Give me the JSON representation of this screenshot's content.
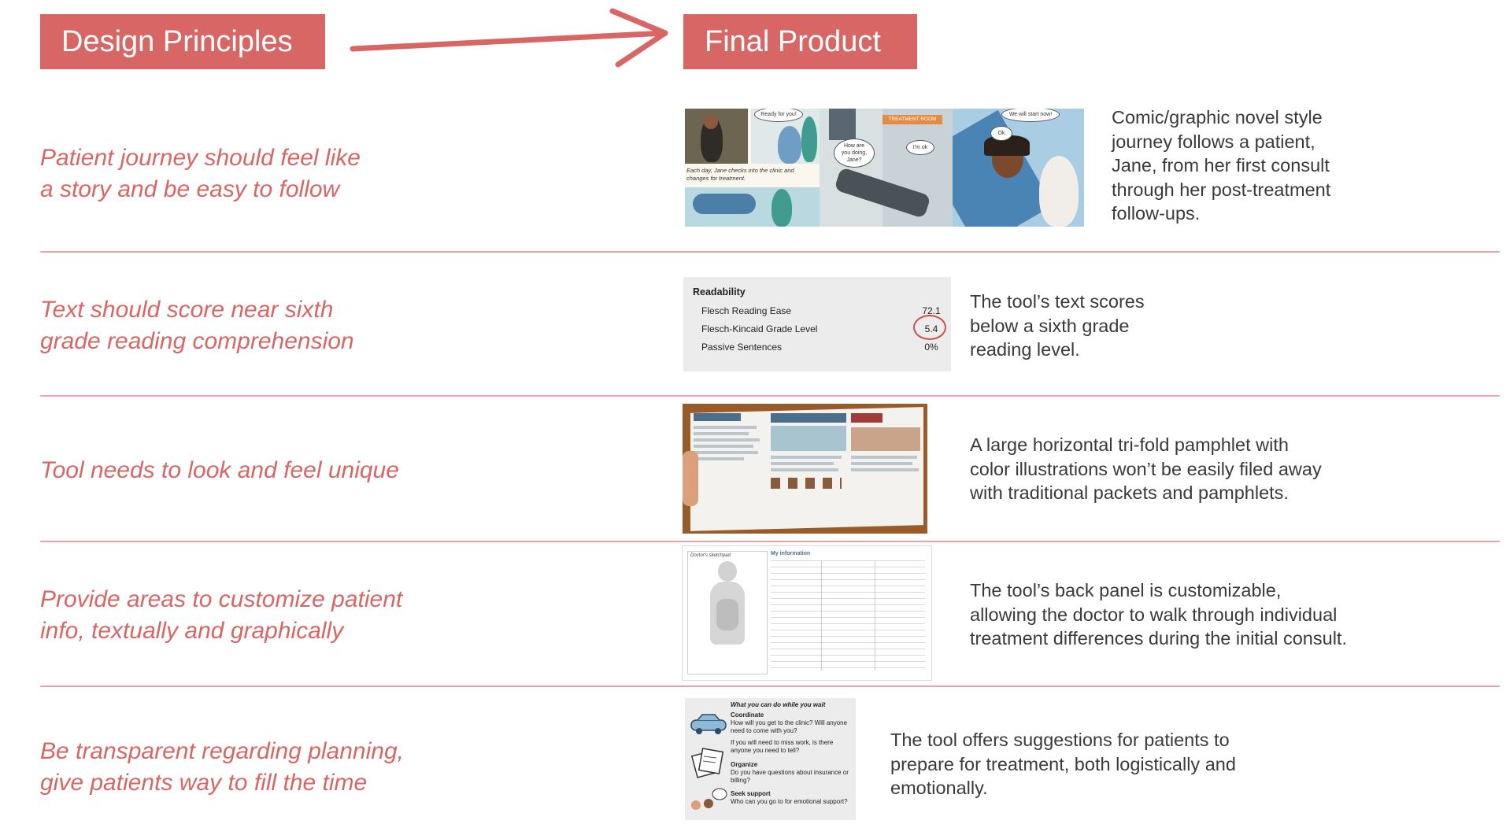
{
  "header": {
    "left_title": "Design Principles",
    "right_title": "Final Product"
  },
  "colors": {
    "accent": "#d76664",
    "divider": "#e4a9a6",
    "text": "#3a3a3a"
  },
  "rows": [
    {
      "principle": [
        "Patient journey should feel like",
        "a story and be easy to follow"
      ],
      "description": [
        "Comic/graphic novel style",
        "journey follows a patient,",
        "Jane, from her first consult",
        "through her post-treatment",
        "follow-ups."
      ]
    },
    {
      "principle": [
        "Text should score near sixth",
        "grade reading comprehension"
      ],
      "description": [
        "The tool’s text scores",
        "below a sixth grade",
        "reading level."
      ]
    },
    {
      "principle": [
        "Tool needs to look and feel unique"
      ],
      "description": [
        "A large horizontal tri-fold pamphlet with",
        "color illustrations won’t be easily filed away",
        "with traditional packets and pamphlets."
      ]
    },
    {
      "principle": [
        "Provide areas to customize patient",
        "info, textually and graphically"
      ],
      "description": [
        "The tool’s back panel is customizable,",
        "allowing the doctor to walk through individual",
        "treatment differences during the initial consult."
      ]
    },
    {
      "principle": [
        "Be transparent regarding planning,",
        "give patients way to fill the time"
      ],
      "description": [
        "The tool offers suggestions for patients to",
        "prepare for treatment, both logistically and",
        "emotionally."
      ]
    }
  ],
  "comic": {
    "bubble_ready": "Ready for you!",
    "caption": "Each day, Jane checks into the clinic and changes for treatment.",
    "sign": "TREATMENT ROOM",
    "bubble_how": "How are you doing, Jane?",
    "bubble_ok1": "I'm ok",
    "bubble_start": "We will start now!",
    "bubble_ok2": "Ok"
  },
  "readability": {
    "title": "Readability",
    "items": [
      {
        "label": "Flesch Reading Ease",
        "value": "72.1"
      },
      {
        "label": "Flesch-Kincaid Grade Level",
        "value": "5.4"
      },
      {
        "label": "Passive Sentences",
        "value": "0%"
      }
    ]
  },
  "sketchpad": {
    "title": "Doctor's sketchpad",
    "info_title": "My information"
  },
  "wait": {
    "title": "What you can do while you wait",
    "coordinate_head": "Coordinate",
    "coordinate_text": "How will you get to the clinic? Will anyone need to come with you?",
    "miss_work": "If you will need to miss work, is there anyone you need to tell?",
    "organize_head": "Organize",
    "organize_text": "Do you have questions about insurance or billing?",
    "support_head": "Seek support",
    "support_text": "Who can you go to for emotional support?"
  }
}
